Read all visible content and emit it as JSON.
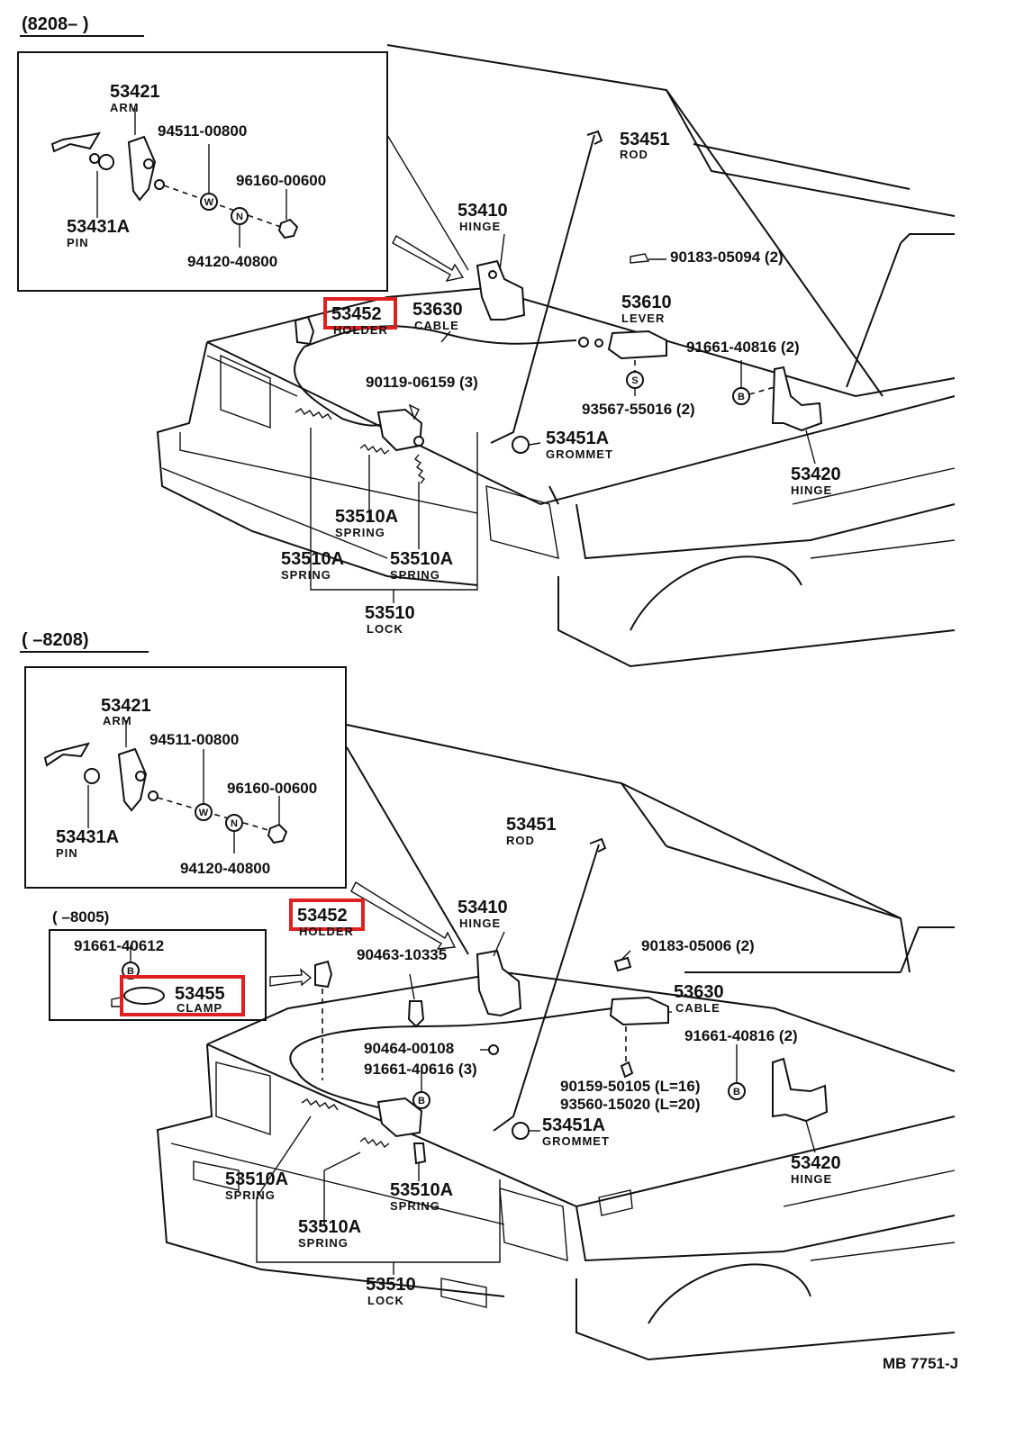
{
  "top": {
    "header": "(8208–      )",
    "inset": {
      "arm_num": "53421",
      "arm_name": "ARM",
      "w_num": "94511-00800",
      "nut_num": "96160-00600",
      "pin_num": "53431A",
      "pin_name": "PIN",
      "n_num": "94120-40800"
    },
    "labels": {
      "rod_num": "53451",
      "rod_name": "ROD",
      "hinge_num": "53410",
      "hinge_name": "HINGE",
      "screw_num": "90183-05094 (2)",
      "lever_num": "53610",
      "lever_name": "LEVER",
      "holder_num": "53452",
      "holder_name": "HOLDER",
      "cable_num": "53630",
      "cable_name": "CABLE",
      "bolt_a": "91661-40816 (2)",
      "bolt_b": "90119-06159 (3)",
      "clip_num": "93567-55016 (2)",
      "grommet_num": "53451A",
      "grommet_name": "GROMMET",
      "hinge2_num": "53420",
      "hinge2_name": "HINGE",
      "spring1_num": "53510A",
      "spring1_name": "SPRING",
      "spring2_num": "53510A",
      "spring2_name": "SPRING",
      "spring3_num": "53510A",
      "spring3_name": "SPRING",
      "lock_num": "53510",
      "lock_name": "LOCK"
    }
  },
  "bottom": {
    "header": "(      –8208)",
    "inset": {
      "arm_num": "53421",
      "arm_name": "ARM",
      "w_num": "94511-00800",
      "nut_num": "96160-00600",
      "pin_num": "53431A",
      "pin_name": "PIN",
      "n_num": "94120-40800"
    },
    "sub": {
      "header": "(      –8005)",
      "bolt_num": "91661-40612",
      "clamp_num": "53455",
      "clamp_name": "CLAMP"
    },
    "labels": {
      "rod_num": "53451",
      "rod_name": "ROD",
      "holder_num": "53452",
      "holder_name": "HOLDER",
      "hinge_num": "53410",
      "hinge_name": "HINGE",
      "clip_num": "90463-10335",
      "screw_num": "90183-05006 (2)",
      "cable_num": "53630",
      "cable_name": "CABLE",
      "bolt_a": "91661-40816 (2)",
      "clip2_num": "90464-00108",
      "bolt_b": "91661-40616 (3)",
      "screw2_num": "90159-50105 (L=16)",
      "screw3_num": "93560-15020 (L=20)",
      "grommet_num": "53451A",
      "grommet_name": "GROMMET",
      "hinge2_num": "53420",
      "hinge2_name": "HINGE",
      "spring1_num": "53510A",
      "spring1_name": "SPRING",
      "spring2_num": "53510A",
      "spring2_name": "SPRING",
      "spring3_num": "53510A",
      "spring3_name": "SPRING",
      "lock_num": "53510",
      "lock_name": "LOCK"
    }
  },
  "symbols": {
    "washer": "W",
    "nut": "N",
    "bolt": "B",
    "screw": "S"
  },
  "footer": "MB  7751-J",
  "colors": {
    "line": "#111111",
    "highlight": "#e02020",
    "background": "#ffffff"
  }
}
